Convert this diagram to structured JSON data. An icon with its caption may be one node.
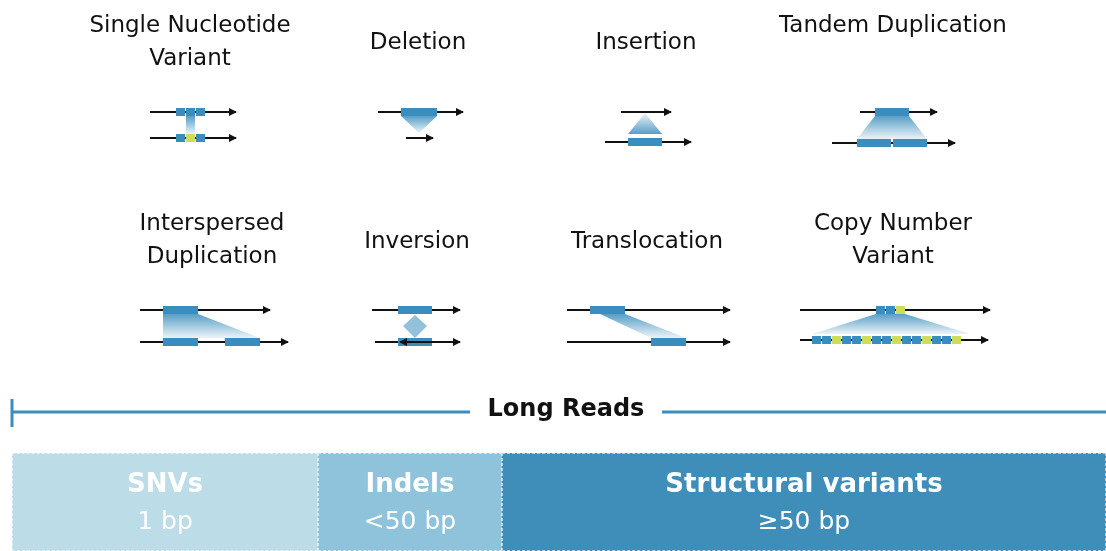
{
  "diagram": {
    "nodes": [
      {
        "text": [
          "SNVs",
          "1 bp"
        ]
      },
      {
        "text": [
          "Indels",
          "<50 bp"
        ]
      },
      {
        "text": [
          "Structural variants",
          "≥50 bp"
        ]
      }
    ],
    "labels": [
      "Single Nucleotide Variant",
      "Deletion",
      "Insertion",
      "Tandem Duplication",
      "Interspersed Duplication",
      "Inversion",
      "Translocation",
      "Copy Number Variant",
      "Long Reads"
    ]
  }
}
